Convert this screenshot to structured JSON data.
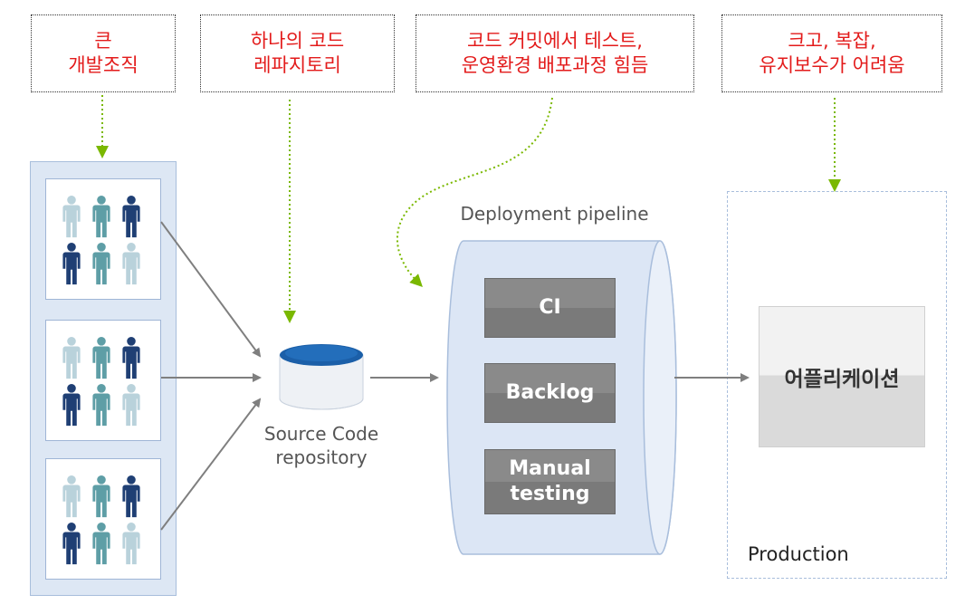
{
  "notes": [
    {
      "line1": "큰",
      "line2": "개발조직"
    },
    {
      "line1": "하나의 코드",
      "line2": "레파지토리"
    },
    {
      "line1": "코드 커밋에서 테스트,",
      "line2": "운영환경 배포과정 힘듬"
    },
    {
      "line1": "크고, 복잡,",
      "line2": "유지보수가 어려움"
    }
  ],
  "repository": {
    "line1": "Source Code",
    "line2": "repository"
  },
  "pipeline": {
    "title": "Deployment pipeline",
    "stages": [
      {
        "line1": "CI",
        "line2": ""
      },
      {
        "line1": "Backlog",
        "line2": ""
      },
      {
        "line1": "Manual",
        "line2": "testing"
      }
    ]
  },
  "production": {
    "label": "Production",
    "app": "어플리케이션"
  },
  "colors": {
    "note_text": "#e31b1b",
    "team_panel": "#dde7f4",
    "pipeline_body": "#dce6f5",
    "stage_fill": "#808080",
    "connector": "#7ab800",
    "arrow": "#7f7f7f",
    "person_dark": "#1f3f74",
    "person_mid": "#5e9ea6",
    "person_light": "#b9d2db"
  }
}
